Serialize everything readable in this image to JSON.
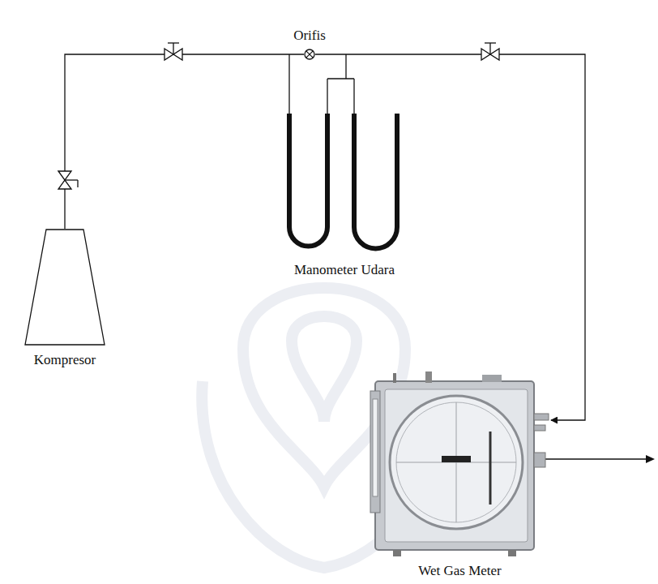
{
  "diagram": {
    "nodes": [
      {
        "text": [
          "Kompresor"
        ]
      },
      {
        "text": [
          "Orifis"
        ]
      },
      {
        "text": [
          "Manometer Udara"
        ]
      },
      {
        "text": [
          "Wet Gas Meter"
        ]
      }
    ],
    "edges": [
      {
        "from": 0,
        "to": 1,
        "arrow": "none"
      },
      {
        "from": 1,
        "to": 3,
        "arrow": "to"
      }
    ]
  }
}
